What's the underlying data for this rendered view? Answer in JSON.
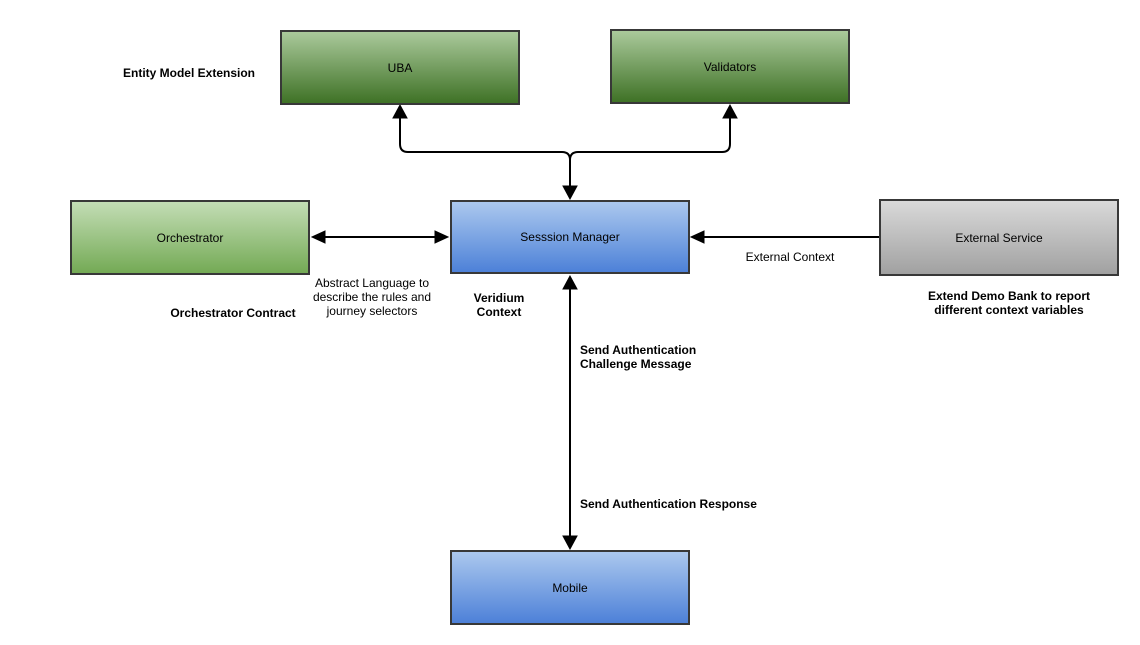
{
  "diagram": {
    "nodes": {
      "uba": {
        "label": "UBA"
      },
      "validators": {
        "label": "Validators"
      },
      "orchestrator": {
        "label": "Orchestrator"
      },
      "session_manager": {
        "label": "Sesssion Manager"
      },
      "external_service": {
        "label": "External Service"
      },
      "mobile": {
        "label": "Mobile"
      }
    },
    "annotations": {
      "entity_model_extension": "Entity Model Extension",
      "orchestrator_contract": "Orchestrator Contract",
      "abstract_language": "Abstract Language to\ndescribe the rules and\njourney selectors",
      "veridium_context": "Veridium\nContext",
      "external_context": "External Context",
      "extend_demo_bank": "Extend Demo Bank to report\ndifferent context variables",
      "send_auth_challenge": "Send Authentication\nChallenge Message",
      "send_auth_response": "Send Authentication Response"
    },
    "edges": [
      {
        "from": "session_manager",
        "to": "uba",
        "type": "elbow",
        "arrows": "both"
      },
      {
        "from": "session_manager",
        "to": "validators",
        "type": "elbow",
        "arrows": "both"
      },
      {
        "from": "orchestrator",
        "to": "session_manager",
        "type": "straight",
        "arrows": "both"
      },
      {
        "from": "external_service",
        "to": "session_manager",
        "type": "straight",
        "arrows": "end",
        "label": "External Context"
      },
      {
        "from": "session_manager",
        "to": "mobile",
        "type": "straight",
        "arrows": "both",
        "label_down": "Send Authentication\nChallenge Message",
        "label_up": "Send Authentication Response"
      }
    ],
    "colors": {
      "green_dark_top": "#aac99b",
      "green_dark_bottom": "#3f7226",
      "green_light_top": "#c3ddb5",
      "green_light_bottom": "#74aa55",
      "blue_top": "#abc8ee",
      "blue_bottom": "#4d81d8",
      "gray_top": "#d9d9d9",
      "gray_bottom": "#a1a1a1",
      "border": "#383838",
      "line": "#000000",
      "text": "#000000",
      "background": "#ffffff"
    }
  }
}
